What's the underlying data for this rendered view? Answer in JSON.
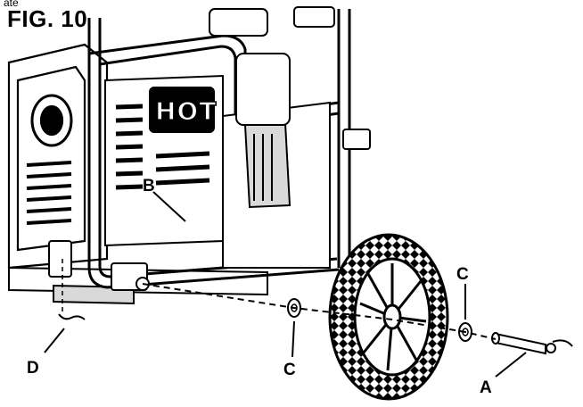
{
  "figure": {
    "title": "FIG. 10",
    "top_fragment": "ate"
  },
  "panel_text": "HOT",
  "callouts": {
    "A": "A",
    "B": "B",
    "C_left": "C",
    "C_right": "C",
    "D": "D"
  },
  "colors": {
    "ink": "#000000",
    "paper": "#ffffff",
    "shade": "#d9d9d9"
  }
}
